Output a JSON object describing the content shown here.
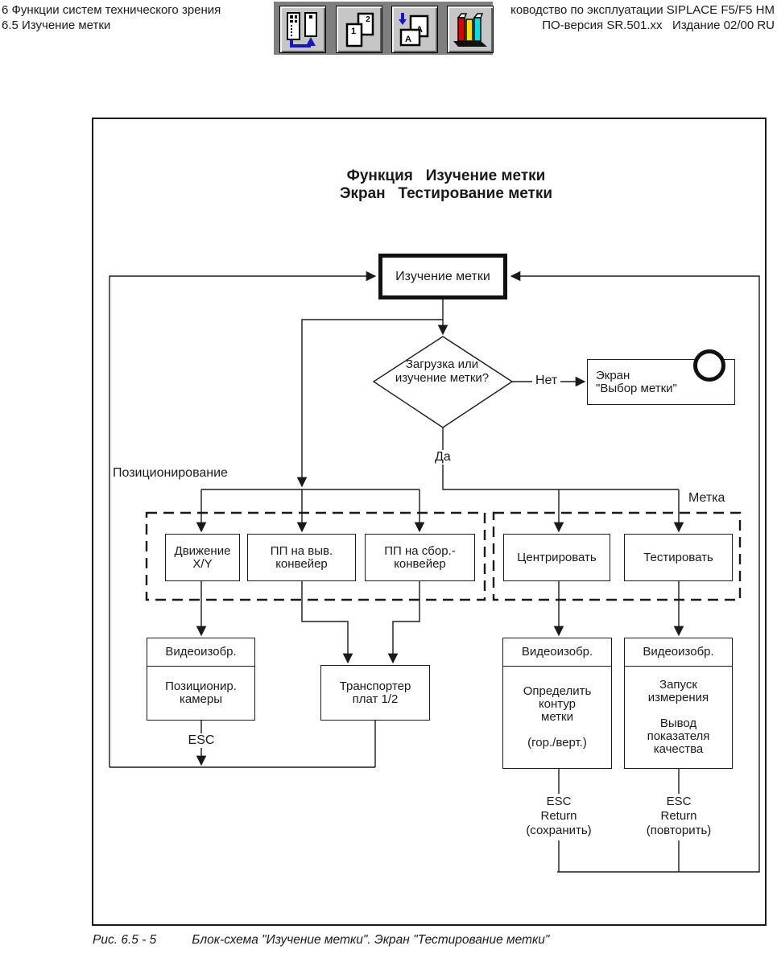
{
  "header": {
    "chapter_line1": "6 Функции систем технического зрения",
    "chapter_line2": "6.5 Изучение метки",
    "manual_line1": "ководство по эксплуатации SIPLACE F5/F5 HM",
    "manual_line2": "ПО-версия SR.501.xx   Издание 02/00 RU",
    "toolbar": {
      "page_front": "1",
      "page_back": "2",
      "letter_front": "A",
      "letter_back": "A"
    }
  },
  "diagram": {
    "title1": "Функция   Изучение метки",
    "title2": "Экран   Тестирование метки",
    "start": "Изучение метки",
    "decision1": "Загрузка или",
    "decision2": "изучение метки?",
    "no_label": "Нет",
    "yes_label": "Да",
    "screen_line1": "Экран",
    "screen_line2": "\"Выбор метки\"",
    "group_positioning": "Позиционирование",
    "group_mark": "Метка",
    "move1": "Движение",
    "move2": "X/Y",
    "ppout1": "ПП на выв.",
    "ppout2": "конвейер",
    "ppasm1": "ПП на сбор.-",
    "ppasm2": "конвейер",
    "center": "Центрировать",
    "test": "Тестировать",
    "video_header": "Видеоизобр.",
    "cam1": "Позиционир.",
    "cam2": "камеры",
    "transport1": "Транспортер",
    "transport2": "плат 1/2",
    "contour1": "Определить",
    "contour2": "контур",
    "contour3": "метки",
    "contour4": "(гор./верт.)",
    "measure1": "Запуск",
    "measure2": "измерения",
    "measure3": "Вывод",
    "measure4": "показателя",
    "measure5": "качества",
    "esc": "ESC",
    "esc_save1": "ESC",
    "esc_save2": "Return",
    "esc_save3": "(сохранить)",
    "esc_rep1": "ESC",
    "esc_rep2": "Return",
    "esc_rep3": "(повторить)"
  },
  "colors": {
    "line": "#1a1a1a",
    "toolbar_bg": "#7f7f7f",
    "button_face": "#c6c6c6",
    "arrow_blue": "#1616c8",
    "book_red": "#e10000",
    "book_yellow": "#ffdf00",
    "book_cyan": "#00dfdf"
  },
  "caption": {
    "figure": "Рис. 6.5 - 5",
    "text": "Блок-схема \"Изучение метки\". Экран \"Тестирование метки\""
  }
}
